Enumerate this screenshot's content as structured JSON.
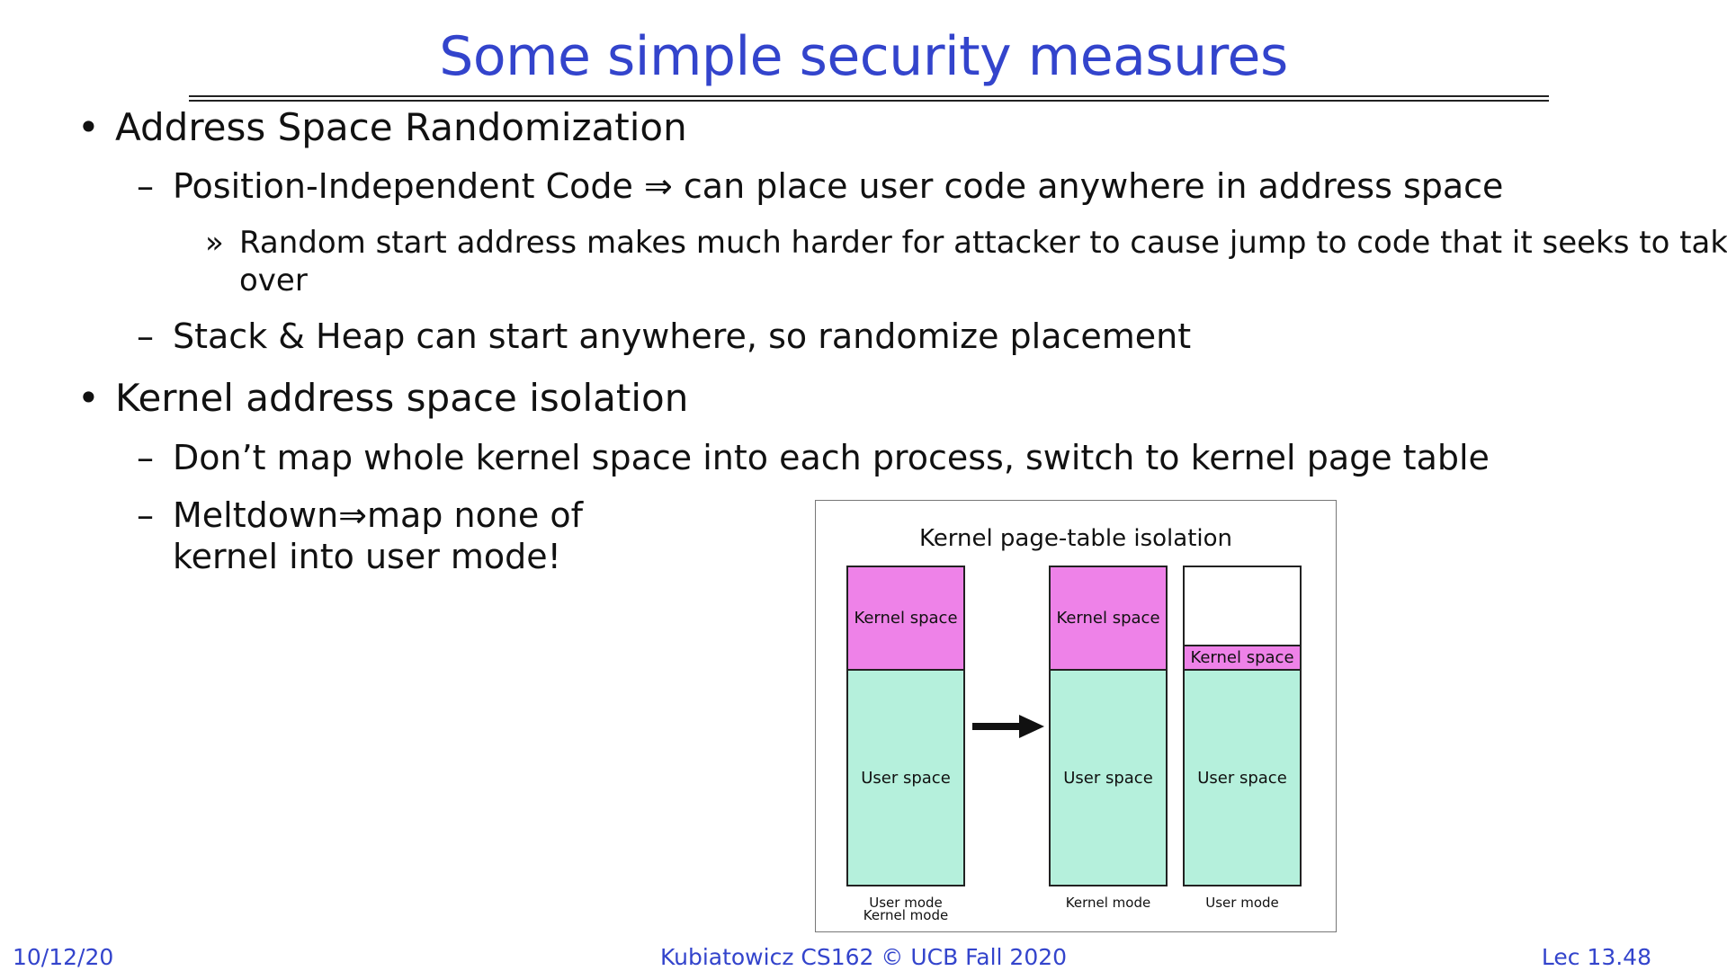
{
  "slide": {
    "title": "Some simple security measures",
    "bullets": [
      {
        "marker": "•",
        "text": "Address Space Randomization",
        "subitems": [
          {
            "marker": "–",
            "text": "Position-Independent Code ⇒ can place user code anywhere in address space",
            "subitems": [
              {
                "marker": "»",
                "lines": [
                  "Random start address makes much harder for attacker to cause jump to code that it seeks to take",
                  "over"
                ]
              }
            ]
          },
          {
            "marker": "–",
            "text": "Stack & Heap can start anywhere, so randomize placement"
          }
        ]
      },
      {
        "marker": "•",
        "text": "Kernel address space isolation",
        "subitems": [
          {
            "marker": "–",
            "text": "Don’t map whole kernel space into each process, switch to kernel page table"
          },
          {
            "marker": "–",
            "lines": [
              "Meltdown⇒map none of",
              "kernel into user mode!"
            ]
          }
        ]
      }
    ]
  },
  "diagram": {
    "title": "Kernel page-table isolation",
    "columns": [
      {
        "segments": [
          "Kernel space",
          "User space"
        ],
        "mode_lines": [
          "User mode",
          "Kernel mode"
        ]
      },
      {
        "segments": [
          "Kernel space",
          "User space"
        ],
        "mode_lines": [
          "Kernel mode"
        ]
      },
      {
        "segments": [
          "",
          "Kernel space",
          "User space"
        ],
        "mode_lines": [
          "User mode"
        ]
      }
    ],
    "colors": {
      "kernel": "#ee82e8",
      "user": "#b5f0dc"
    }
  },
  "footer": {
    "date": "10/12/20",
    "course": "Kubiatowicz CS162 © UCB Fall 2020",
    "lecture": "Lec 13.48"
  },
  "colors": {
    "title": "#3344cc",
    "footer": "#3344cc"
  }
}
